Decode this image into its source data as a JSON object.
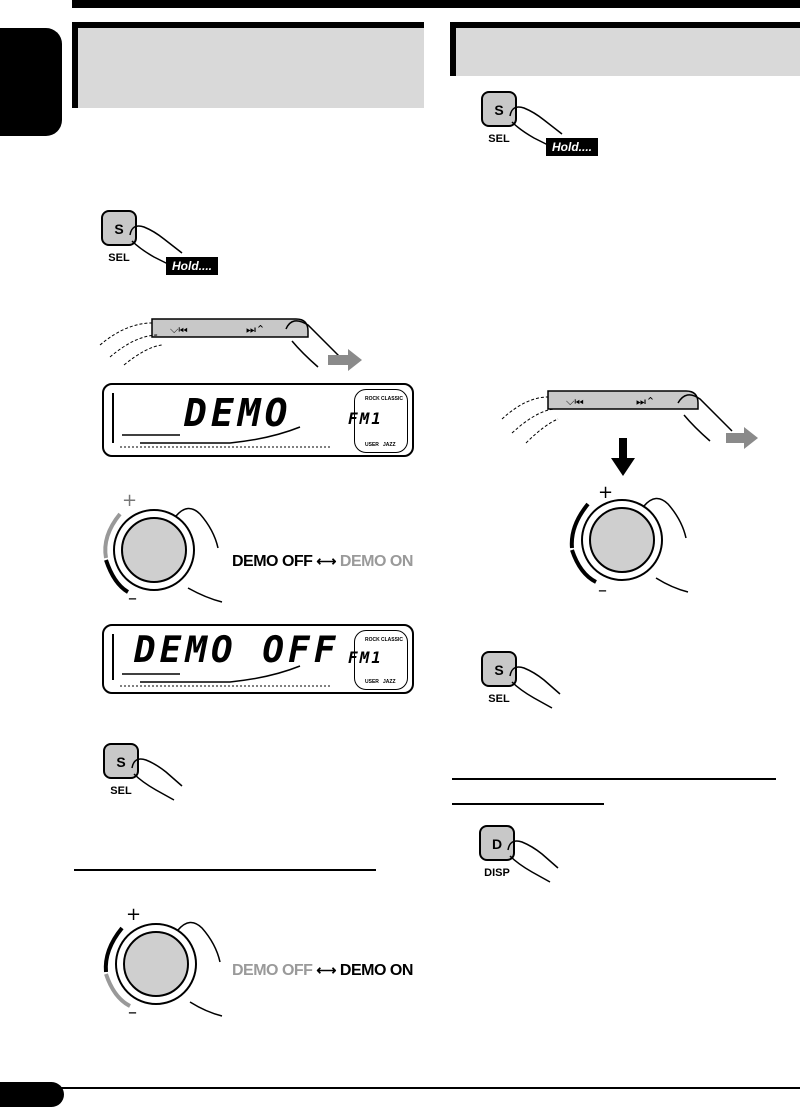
{
  "buttons": {
    "sel_letter": "S",
    "sel_caption": "SEL",
    "disp_letter": "D",
    "disp_caption": "DISP",
    "hold_label": "Hold...."
  },
  "lcd1": {
    "main": "DEMO",
    "band": "FM1"
  },
  "lcd2": {
    "main": "DEMO OFF",
    "band": "FM1"
  },
  "lcd_modes": [
    "ROCK",
    "CLASSIC",
    "USER",
    "JAZZ"
  ],
  "demo_toggle_1": {
    "first": "DEMO OFF",
    "second": "DEMO ON",
    "active": "first"
  },
  "demo_toggle_2": {
    "first": "DEMO OFF",
    "second": "DEMO ON",
    "active": "second"
  },
  "dial": {
    "plus": "+",
    "minus": "–"
  },
  "colors": {
    "header_bg": "#d9d9d9",
    "ink": "#000000",
    "inactive": "#9a9a9a"
  }
}
